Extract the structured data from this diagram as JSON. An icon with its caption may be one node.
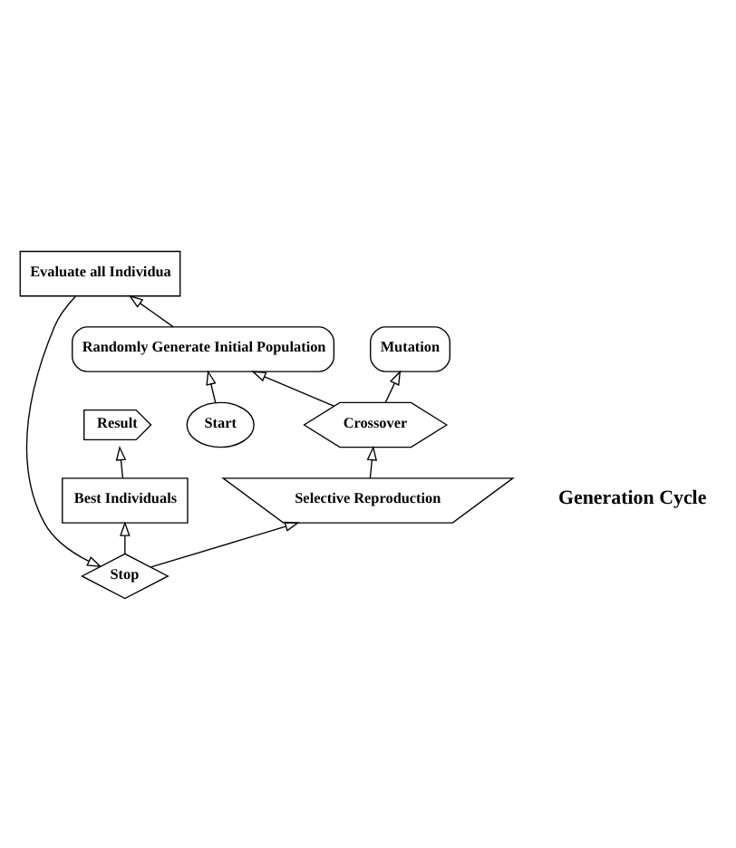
{
  "diagram": {
    "nodes": [
      {
        "text": [
          "Result"
        ]
      },
      {
        "text": [
          "Best Individuals"
        ]
      },
      {
        "text": [
          "Randomly Generate Initial Population"
        ]
      },
      {
        "text": [
          "Evaluate all Individua"
        ]
      },
      {
        "text": [
          "Stop"
        ]
      },
      {
        "text": [
          "Start"
        ]
      },
      {
        "text": [
          "Selective Reproduction"
        ]
      },
      {
        "text": [
          "Crossover"
        ]
      },
      {
        "text": [
          "Mutation"
        ]
      }
    ],
    "edges": [
      {
        "from": 5,
        "to": 2,
        "arrow": "to"
      },
      {
        "from": 2,
        "to": 3,
        "arrow": "to"
      },
      {
        "from": 3,
        "to": 4,
        "arrow": "to"
      },
      {
        "from": 4,
        "to": 1,
        "arrow": "to"
      },
      {
        "from": 1,
        "to": 0,
        "arrow": "to"
      },
      {
        "from": 4,
        "to": 6,
        "arrow": "to"
      },
      {
        "from": 6,
        "to": 7,
        "arrow": "to"
      },
      {
        "from": 7,
        "to": 2,
        "arrow": "to"
      },
      {
        "from": 7,
        "to": 8,
        "arrow": "to"
      }
    ],
    "labels": [
      "Generation Cycle"
    ]
  }
}
